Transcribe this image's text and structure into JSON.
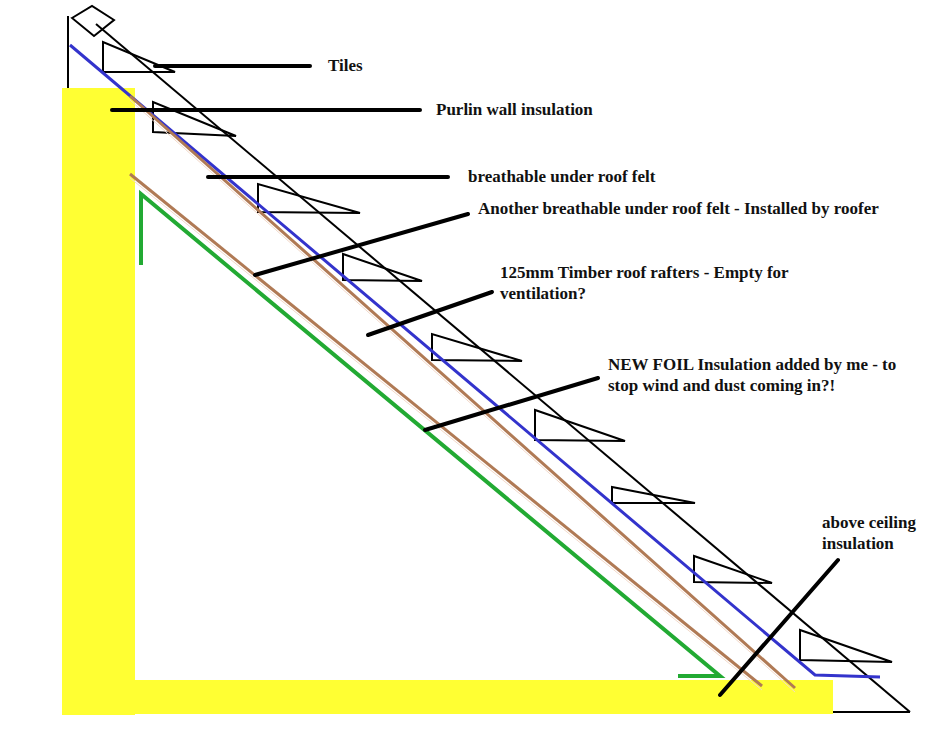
{
  "diagram": {
    "labels": [
      "Tiles",
      "Purlin wall insulation",
      "breathable under roof felt",
      "Another breathable under roof felt - Installed by roofer",
      "125mm Timber roof rafters - Empty for ventilation?",
      "NEW FOIL Insulation added by me - to stop wind and dust coming in?!",
      "above ceiling insulation"
    ]
  }
}
